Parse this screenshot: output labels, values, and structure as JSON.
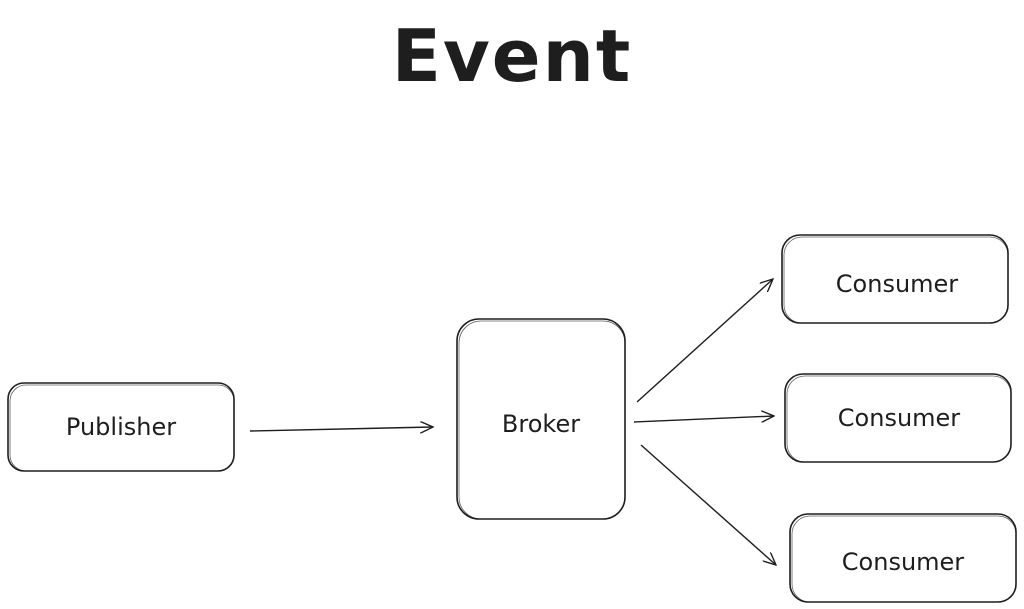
{
  "title": "Event",
  "nodes": {
    "publisher": "Publisher",
    "broker": "Broker",
    "consumers": [
      "Consumer",
      "Consumer",
      "Consumer"
    ]
  },
  "edges": [
    {
      "from": "publisher",
      "to": "broker"
    },
    {
      "from": "broker",
      "to": "consumer-1"
    },
    {
      "from": "broker",
      "to": "consumer-2"
    },
    {
      "from": "broker",
      "to": "consumer-3"
    }
  ],
  "colors": {
    "stroke": "#1e1e1e",
    "background": "#ffffff"
  }
}
